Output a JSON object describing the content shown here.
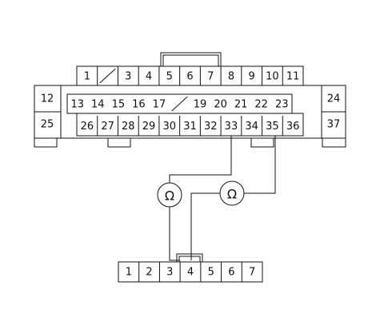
{
  "connector_main": {
    "row1": [
      "1",
      "",
      "3",
      "4",
      "5",
      "6",
      "7",
      "8",
      "9",
      "10",
      "11"
    ],
    "row2": [
      "13",
      "14",
      "15",
      "16",
      "17",
      "",
      "19",
      "20",
      "21",
      "22",
      "23"
    ],
    "row3": [
      "26",
      "27",
      "28",
      "29",
      "30",
      "31",
      "32",
      "33",
      "34",
      "35",
      "36"
    ],
    "left_pins": [
      "12",
      "25"
    ],
    "right_pins": [
      "24",
      "37"
    ]
  },
  "connector_bottom": {
    "pins": [
      "1",
      "2",
      "3",
      "4",
      "5",
      "6",
      "7"
    ]
  },
  "components": [
    {
      "icon": "ohm-icon",
      "symbol": "Ω"
    },
    {
      "icon": "ohm-icon",
      "symbol": "Ω"
    }
  ]
}
